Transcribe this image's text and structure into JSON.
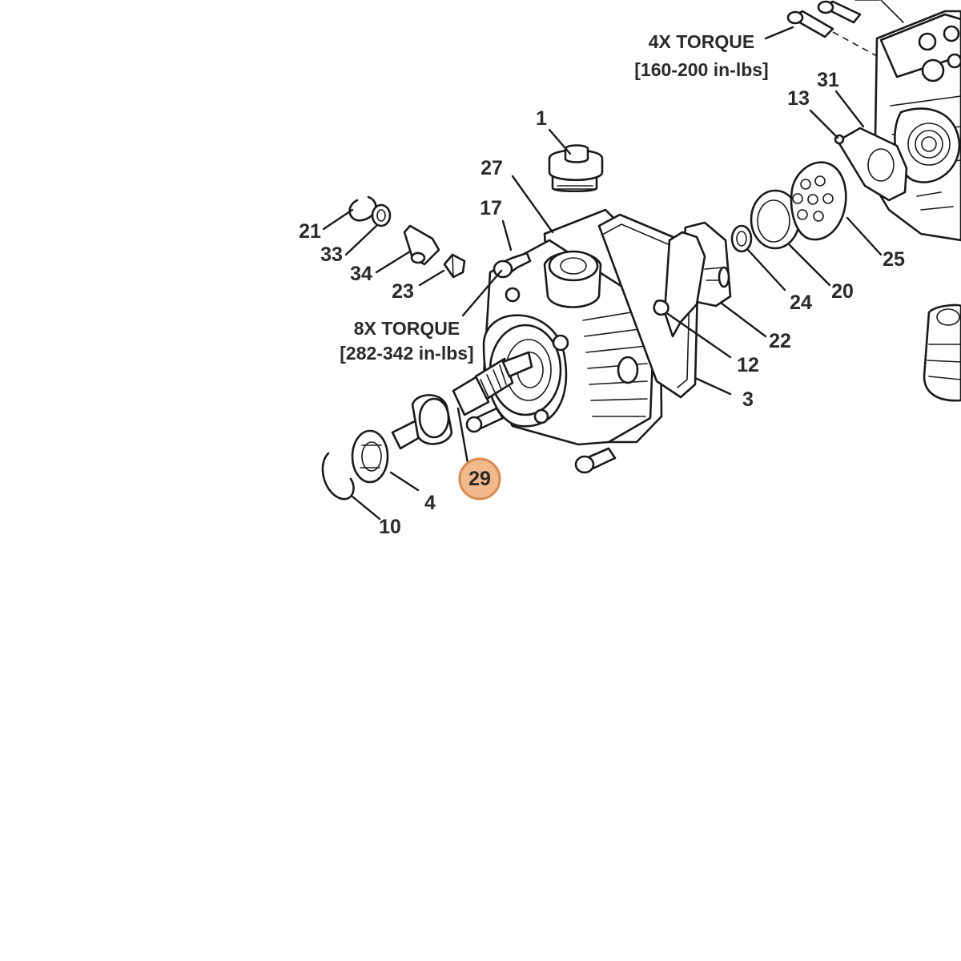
{
  "callouts": [
    {
      "id": "1",
      "label": "1"
    },
    {
      "id": "27",
      "label": "27"
    },
    {
      "id": "17",
      "label": "17"
    },
    {
      "id": "21",
      "label": "21"
    },
    {
      "id": "33",
      "label": "33"
    },
    {
      "id": "34",
      "label": "34"
    },
    {
      "id": "23",
      "label": "23"
    },
    {
      "id": "13",
      "label": "13"
    },
    {
      "id": "31",
      "label": "31"
    },
    {
      "id": "25",
      "label": "25"
    },
    {
      "id": "20",
      "label": "20"
    },
    {
      "id": "24",
      "label": "24"
    },
    {
      "id": "22",
      "label": "22"
    },
    {
      "id": "12",
      "label": "12"
    },
    {
      "id": "3",
      "label": "3"
    },
    {
      "id": "29",
      "label": "29",
      "highlighted": true
    },
    {
      "id": "4",
      "label": "4"
    },
    {
      "id": "10",
      "label": "10"
    }
  ],
  "torque_notes": [
    {
      "id": "upper",
      "line1": "4X TORQUE",
      "line2": "[160-200 in-lbs]"
    },
    {
      "id": "lower",
      "line1": "8X TORQUE",
      "line2": "[282-342 in-lbs]"
    }
  ],
  "highlight_color": "#f2b98c",
  "highlight_stroke": "#d88a50",
  "line_color": "#1a1a1a"
}
